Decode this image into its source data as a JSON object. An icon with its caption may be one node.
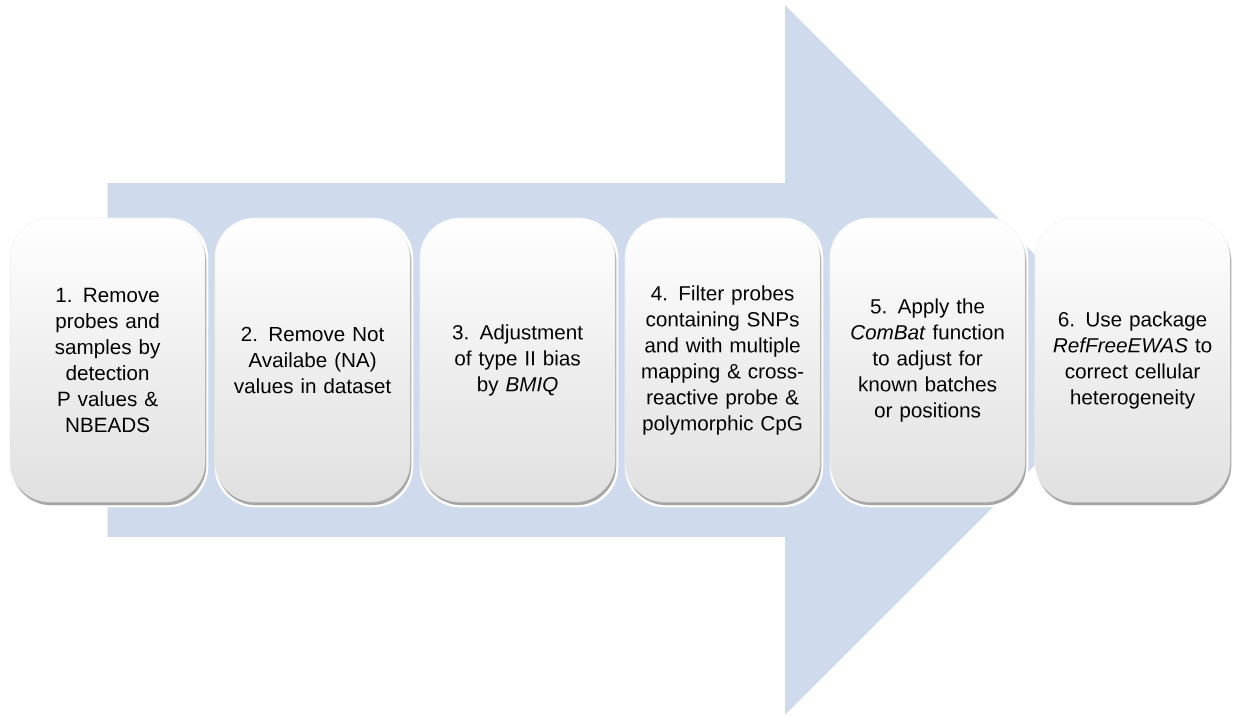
{
  "diagram": {
    "nodes": [
      {
        "text": [
          "1. Remove probes and samples by detection P values & NBEADS"
        ]
      },
      {
        "text": [
          "2. Remove Not Availabe (NA) values in dataset"
        ]
      },
      {
        "text": [
          "3. Adjustment of type II bias by *BMIQ*"
        ]
      },
      {
        "text": [
          "4. Filter probes containing SNPs and with multiple mapping & cross-reactive probe & polymorphic CpG"
        ]
      },
      {
        "text": [
          "5. Apply the *ComBat* function to adjust for known batches or positions"
        ]
      },
      {
        "text": [
          "6. Use package *RefFreeEWAS* to correct cellular heterogeneity"
        ]
      }
    ],
    "edges": [
      {
        "from": 0,
        "to": 5,
        "arrow": "to"
      }
    ]
  }
}
